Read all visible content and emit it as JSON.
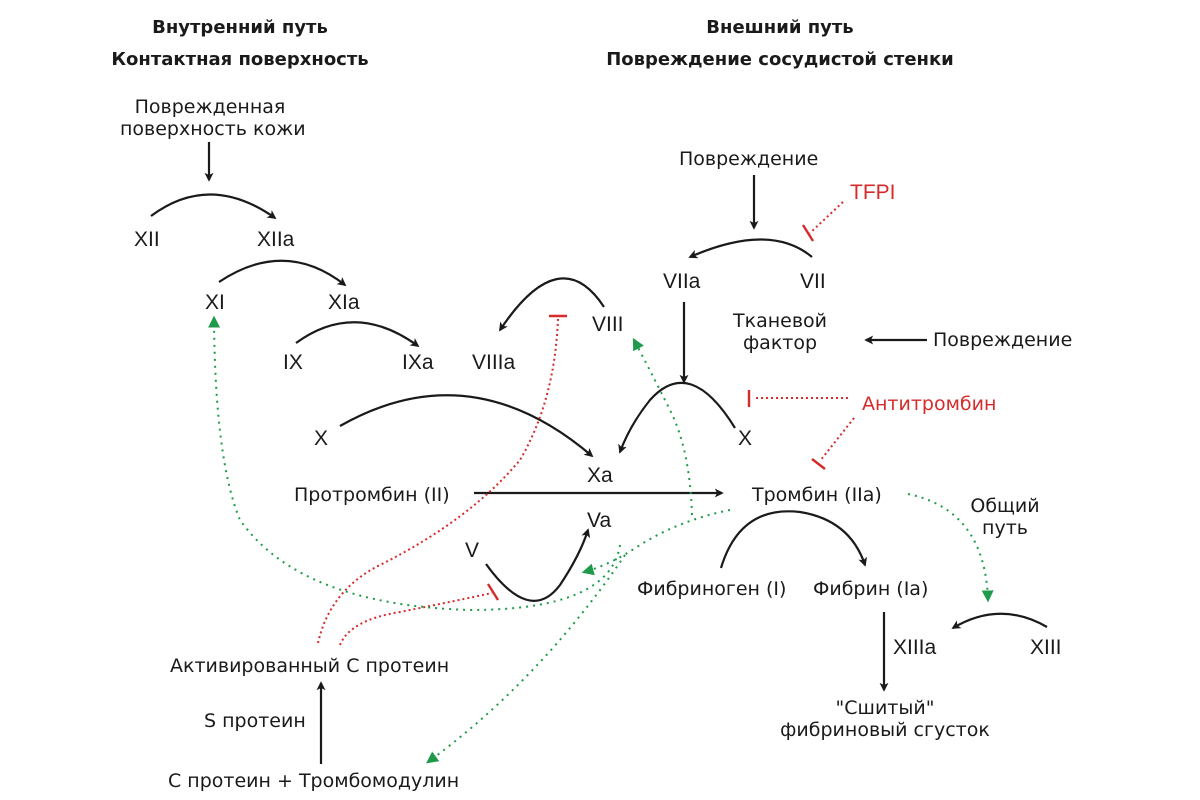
{
  "headers": {
    "intrinsic_title": "Внутренний путь",
    "intrinsic_subtitle": "Контактная поверхность",
    "extrinsic_title": "Внешний путь",
    "extrinsic_subtitle": "Повреждение сосудистой стенки"
  },
  "colors": {
    "activation": "#1a1a1a",
    "inhibition": "#d62b2b",
    "feedback": "#1f9a4a"
  },
  "nodes": {
    "damaged_skin_1": "Поврежденная",
    "damaged_skin_2": "поверхность кожи",
    "xii": "XII",
    "xiia": "XIIa",
    "xi": "XI",
    "xia": "XIa",
    "ix": "IX",
    "ixa": "IXa",
    "viiia": "VIIIa",
    "viii": "VIII",
    "x_left": "X",
    "xa": "Xa",
    "va": "Va",
    "v": "V",
    "prothrombin": "Протромбин (II)",
    "injury_top": "Повреждение",
    "tfpi": "TFPI",
    "viia": "VIIa",
    "vii": "VII",
    "tissue_factor_1": "Тканевой",
    "tissue_factor_2": "фактор",
    "injury_right": "Повреждение",
    "antithrombin": "Антитромбин",
    "x_right": "X",
    "thrombin": "Тромбин (IIa)",
    "common_path_1": "Общий",
    "common_path_2": "путь",
    "fibrinogen": "Фибриноген (I)",
    "fibrin": "Фибрин (Ia)",
    "xiiia": "XIIIa",
    "xiii": "XIII",
    "clot_1": "\"Сшитый\"",
    "clot_2": "фибриновый сгусток",
    "activated_c": "Активированный С протеин",
    "s_protein": "S протеин",
    "c_protein_tm": "С протеин + Тромбомодулин"
  }
}
